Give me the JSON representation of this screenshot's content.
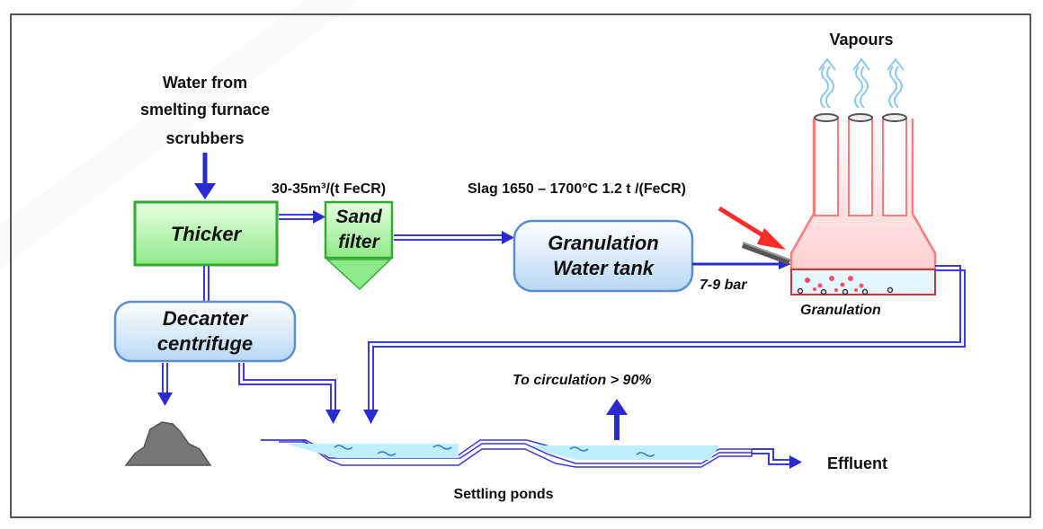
{
  "labels": {
    "water_source": [
      "Water from",
      "smelting furnace",
      "scrubbers"
    ],
    "flow_rate": "30-35m³/(t FeCR)",
    "slag": "Slag 1650 – 1700°C 1.2 t /(FeCR)",
    "vapours": "Vapours",
    "pressure": "7-9 bar",
    "granulation": "Granulation",
    "to_circulation": "To circulation > 90%",
    "effluent": "Effluent",
    "settling_ponds": "Settling ponds"
  },
  "boxes": {
    "thicker": "Thicker",
    "sand_filter": [
      "Sand",
      "filter"
    ],
    "granulation_tank": [
      "Granulation",
      "Water tank"
    ],
    "decanter": [
      "Decanter",
      "centrifuge"
    ]
  },
  "colors": {
    "flow_arrow": "#2a2ad0",
    "green_box_fill": "#b8f5b0",
    "green_box_stroke": "#33aa33",
    "blue_box_fill": "#dcefff",
    "blue_box_stroke": "#5a8ed0",
    "pond_water": "#bfefff",
    "slag_arrow": "#ff2a2a",
    "stack_red": "#ff8888",
    "sludge": "#777777"
  }
}
